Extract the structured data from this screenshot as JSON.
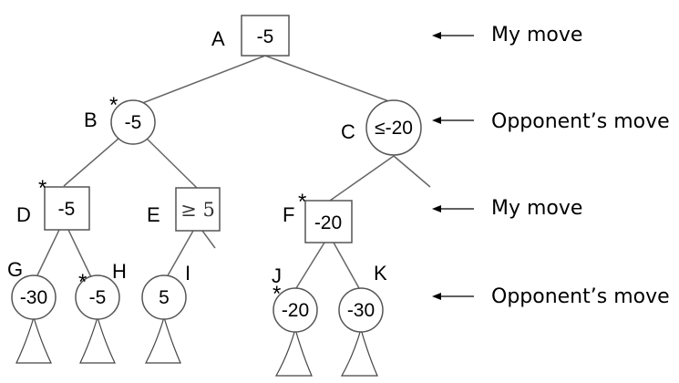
{
  "nodes": {
    "A": {
      "label": "A",
      "value": "-5"
    },
    "B": {
      "label": "B",
      "value": "-5",
      "star": "*"
    },
    "C": {
      "label": "C",
      "value": "≤-20"
    },
    "D": {
      "label": "D",
      "value": "-5",
      "star": "*"
    },
    "E": {
      "label": "E",
      "value": "≥ 5"
    },
    "F": {
      "label": "F",
      "value": "-20",
      "star": "*"
    },
    "G": {
      "label": "G",
      "value": "-30"
    },
    "H": {
      "label": "H",
      "value": "-5",
      "star": "*"
    },
    "I": {
      "label": "I",
      "value": "5"
    },
    "J": {
      "label": "J",
      "value": "-20",
      "star": "*"
    },
    "K": {
      "label": "K",
      "value": "-30"
    }
  },
  "legend": {
    "row1": "My move",
    "row2": "Opponent’s move",
    "row3": "My move",
    "row4": "Opponent’s move"
  }
}
